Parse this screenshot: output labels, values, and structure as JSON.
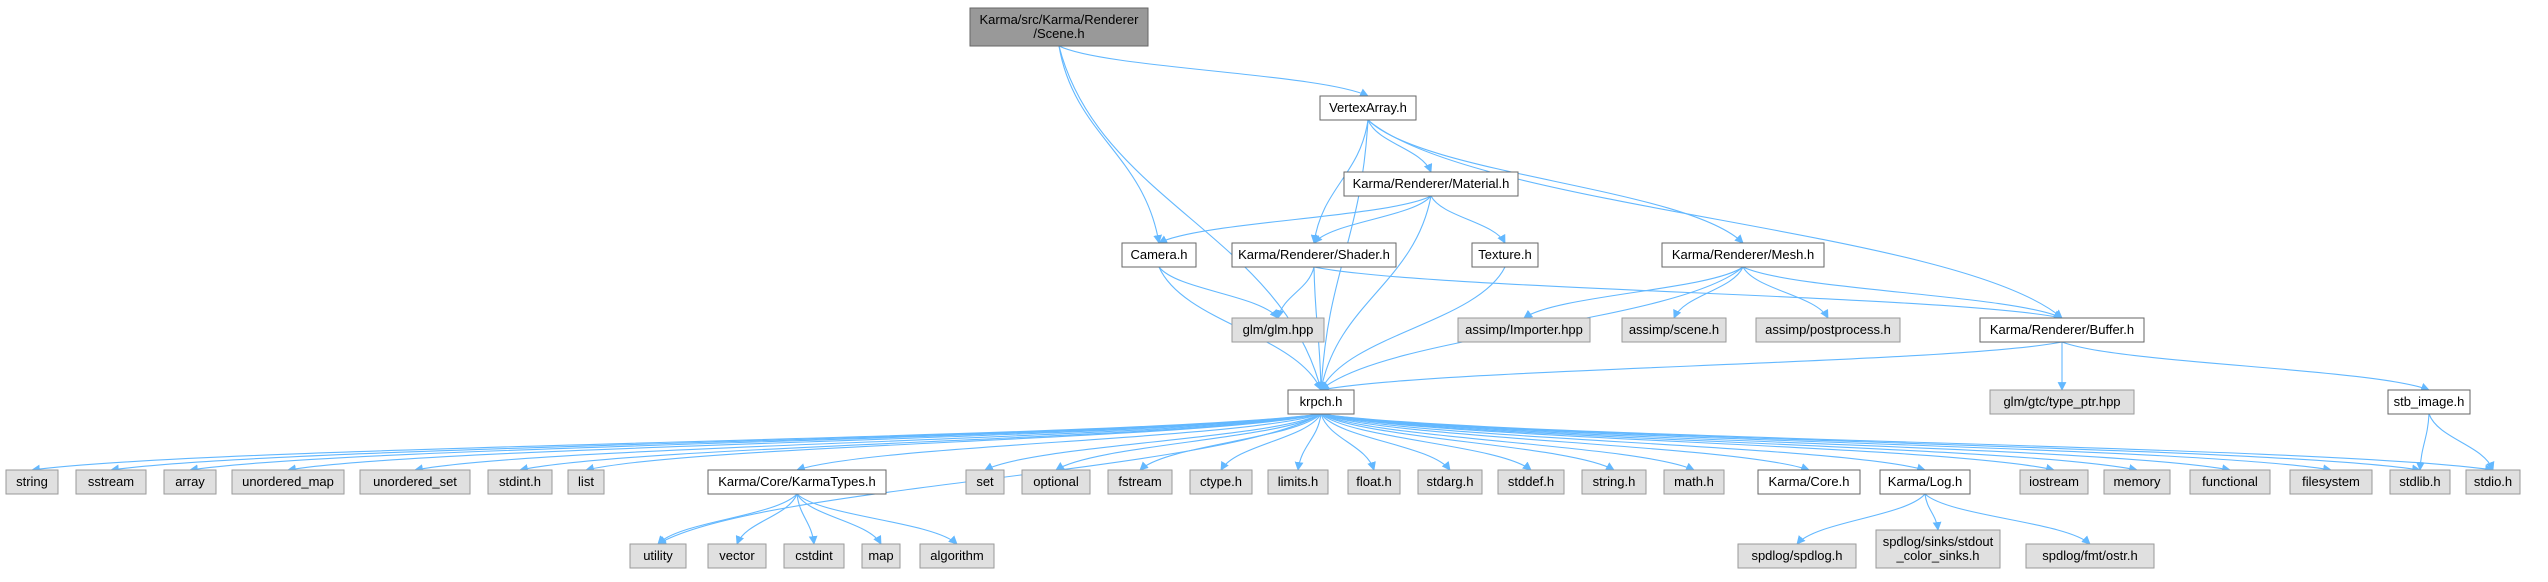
{
  "colors": {
    "edge": "#63b8ff",
    "primary_fill": "#999999",
    "normal_fill": "#ffffff",
    "external_fill": "#e0e0e0",
    "border": "#666666"
  },
  "nodes": [
    {
      "id": "scene",
      "lines": [
        "Karma/src/Karma/Renderer",
        "/Scene.h"
      ],
      "kind": "primary"
    },
    {
      "id": "vertexarray",
      "lines": [
        "VertexArray.h"
      ],
      "kind": "normal"
    },
    {
      "id": "material",
      "lines": [
        "Karma/Renderer/Material.h"
      ],
      "kind": "normal"
    },
    {
      "id": "camera",
      "lines": [
        "Camera.h"
      ],
      "kind": "normal"
    },
    {
      "id": "shader",
      "lines": [
        "Karma/Renderer/Shader.h"
      ],
      "kind": "normal"
    },
    {
      "id": "texture",
      "lines": [
        "Texture.h"
      ],
      "kind": "normal"
    },
    {
      "id": "mesh",
      "lines": [
        "Karma/Renderer/Mesh.h"
      ],
      "kind": "normal"
    },
    {
      "id": "glm",
      "lines": [
        "glm/glm.hpp"
      ],
      "kind": "external"
    },
    {
      "id": "importer",
      "lines": [
        "assimp/Importer.hpp"
      ],
      "kind": "external"
    },
    {
      "id": "ascene",
      "lines": [
        "assimp/scene.h"
      ],
      "kind": "external"
    },
    {
      "id": "postprocess",
      "lines": [
        "assimp/postprocess.h"
      ],
      "kind": "external"
    },
    {
      "id": "buffer",
      "lines": [
        "Karma/Renderer/Buffer.h"
      ],
      "kind": "normal"
    },
    {
      "id": "krpch",
      "lines": [
        "krpch.h"
      ],
      "kind": "normal"
    },
    {
      "id": "typeptr",
      "lines": [
        "glm/gtc/type_ptr.hpp"
      ],
      "kind": "external"
    },
    {
      "id": "stbimage",
      "lines": [
        "stb_image.h"
      ],
      "kind": "normal"
    },
    {
      "id": "string",
      "lines": [
        "string"
      ],
      "kind": "external"
    },
    {
      "id": "sstream",
      "lines": [
        "sstream"
      ],
      "kind": "external"
    },
    {
      "id": "array",
      "lines": [
        "array"
      ],
      "kind": "external"
    },
    {
      "id": "unordered_map",
      "lines": [
        "unordered_map"
      ],
      "kind": "external"
    },
    {
      "id": "unordered_set",
      "lines": [
        "unordered_set"
      ],
      "kind": "external"
    },
    {
      "id": "stdint",
      "lines": [
        "stdint.h"
      ],
      "kind": "external"
    },
    {
      "id": "list",
      "lines": [
        "list"
      ],
      "kind": "external"
    },
    {
      "id": "karmatypes",
      "lines": [
        "Karma/Core/KarmaTypes.h"
      ],
      "kind": "normal"
    },
    {
      "id": "set",
      "lines": [
        "set"
      ],
      "kind": "external"
    },
    {
      "id": "optional",
      "lines": [
        "optional"
      ],
      "kind": "external"
    },
    {
      "id": "fstream",
      "lines": [
        "fstream"
      ],
      "kind": "external"
    },
    {
      "id": "ctype",
      "lines": [
        "ctype.h"
      ],
      "kind": "external"
    },
    {
      "id": "limits",
      "lines": [
        "limits.h"
      ],
      "kind": "external"
    },
    {
      "id": "float",
      "lines": [
        "float.h"
      ],
      "kind": "external"
    },
    {
      "id": "stdarg",
      "lines": [
        "stdarg.h"
      ],
      "kind": "external"
    },
    {
      "id": "stddef",
      "lines": [
        "stddef.h"
      ],
      "kind": "external"
    },
    {
      "id": "stringh",
      "lines": [
        "string.h"
      ],
      "kind": "external"
    },
    {
      "id": "math",
      "lines": [
        "math.h"
      ],
      "kind": "external"
    },
    {
      "id": "core",
      "lines": [
        "Karma/Core.h"
      ],
      "kind": "normal"
    },
    {
      "id": "log",
      "lines": [
        "Karma/Log.h"
      ],
      "kind": "normal"
    },
    {
      "id": "iostream",
      "lines": [
        "iostream"
      ],
      "kind": "external"
    },
    {
      "id": "memory",
      "lines": [
        "memory"
      ],
      "kind": "external"
    },
    {
      "id": "functional",
      "lines": [
        "functional"
      ],
      "kind": "external"
    },
    {
      "id": "filesystem",
      "lines": [
        "filesystem"
      ],
      "kind": "external"
    },
    {
      "id": "stdlib",
      "lines": [
        "stdlib.h"
      ],
      "kind": "external"
    },
    {
      "id": "stdio",
      "lines": [
        "stdio.h"
      ],
      "kind": "external"
    },
    {
      "id": "utility",
      "lines": [
        "utility"
      ],
      "kind": "external"
    },
    {
      "id": "vector",
      "lines": [
        "vector"
      ],
      "kind": "external"
    },
    {
      "id": "cstdint",
      "lines": [
        "cstdint"
      ],
      "kind": "external"
    },
    {
      "id": "map",
      "lines": [
        "map"
      ],
      "kind": "external"
    },
    {
      "id": "algorithm",
      "lines": [
        "algorithm"
      ],
      "kind": "external"
    },
    {
      "id": "spdlog",
      "lines": [
        "spdlog/spdlog.h"
      ],
      "kind": "external"
    },
    {
      "id": "sinks",
      "lines": [
        "spdlog/sinks/stdout",
        "_color_sinks.h"
      ],
      "kind": "external"
    },
    {
      "id": "ostr",
      "lines": [
        "spdlog/fmt/ostr.h"
      ],
      "kind": "external"
    }
  ],
  "edges": [
    [
      "scene",
      "vertexarray"
    ],
    [
      "scene",
      "camera"
    ],
    [
      "scene",
      "krpch"
    ],
    [
      "vertexarray",
      "material"
    ],
    [
      "vertexarray",
      "shader"
    ],
    [
      "vertexarray",
      "mesh"
    ],
    [
      "vertexarray",
      "buffer"
    ],
    [
      "vertexarray",
      "krpch"
    ],
    [
      "material",
      "camera"
    ],
    [
      "material",
      "shader"
    ],
    [
      "material",
      "texture"
    ],
    [
      "material",
      "krpch"
    ],
    [
      "camera",
      "glm"
    ],
    [
      "camera",
      "krpch"
    ],
    [
      "shader",
      "glm"
    ],
    [
      "shader",
      "krpch"
    ],
    [
      "shader",
      "buffer"
    ],
    [
      "texture",
      "krpch"
    ],
    [
      "mesh",
      "importer"
    ],
    [
      "mesh",
      "ascene"
    ],
    [
      "mesh",
      "postprocess"
    ],
    [
      "mesh",
      "buffer"
    ],
    [
      "mesh",
      "krpch"
    ],
    [
      "buffer",
      "krpch"
    ],
    [
      "buffer",
      "typeptr"
    ],
    [
      "buffer",
      "stbimage"
    ],
    [
      "stbimage",
      "stdlib"
    ],
    [
      "stbimage",
      "stdio"
    ],
    [
      "krpch",
      "string"
    ],
    [
      "krpch",
      "sstream"
    ],
    [
      "krpch",
      "array"
    ],
    [
      "krpch",
      "unordered_map"
    ],
    [
      "krpch",
      "unordered_set"
    ],
    [
      "krpch",
      "stdint"
    ],
    [
      "krpch",
      "list"
    ],
    [
      "krpch",
      "utility"
    ],
    [
      "krpch",
      "karmatypes"
    ],
    [
      "krpch",
      "set"
    ],
    [
      "krpch",
      "optional"
    ],
    [
      "krpch",
      "fstream"
    ],
    [
      "krpch",
      "ctype"
    ],
    [
      "krpch",
      "limits"
    ],
    [
      "krpch",
      "float"
    ],
    [
      "krpch",
      "stdarg"
    ],
    [
      "krpch",
      "stddef"
    ],
    [
      "krpch",
      "stringh"
    ],
    [
      "krpch",
      "math"
    ],
    [
      "krpch",
      "core"
    ],
    [
      "krpch",
      "log"
    ],
    [
      "krpch",
      "iostream"
    ],
    [
      "krpch",
      "memory"
    ],
    [
      "krpch",
      "functional"
    ],
    [
      "krpch",
      "filesystem"
    ],
    [
      "krpch",
      "stdlib"
    ],
    [
      "krpch",
      "stdio"
    ],
    [
      "karmatypes",
      "utility"
    ],
    [
      "karmatypes",
      "vector"
    ],
    [
      "karmatypes",
      "cstdint"
    ],
    [
      "karmatypes",
      "map"
    ],
    [
      "karmatypes",
      "algorithm"
    ],
    [
      "log",
      "spdlog"
    ],
    [
      "log",
      "sinks"
    ],
    [
      "log",
      "ostr"
    ]
  ]
}
